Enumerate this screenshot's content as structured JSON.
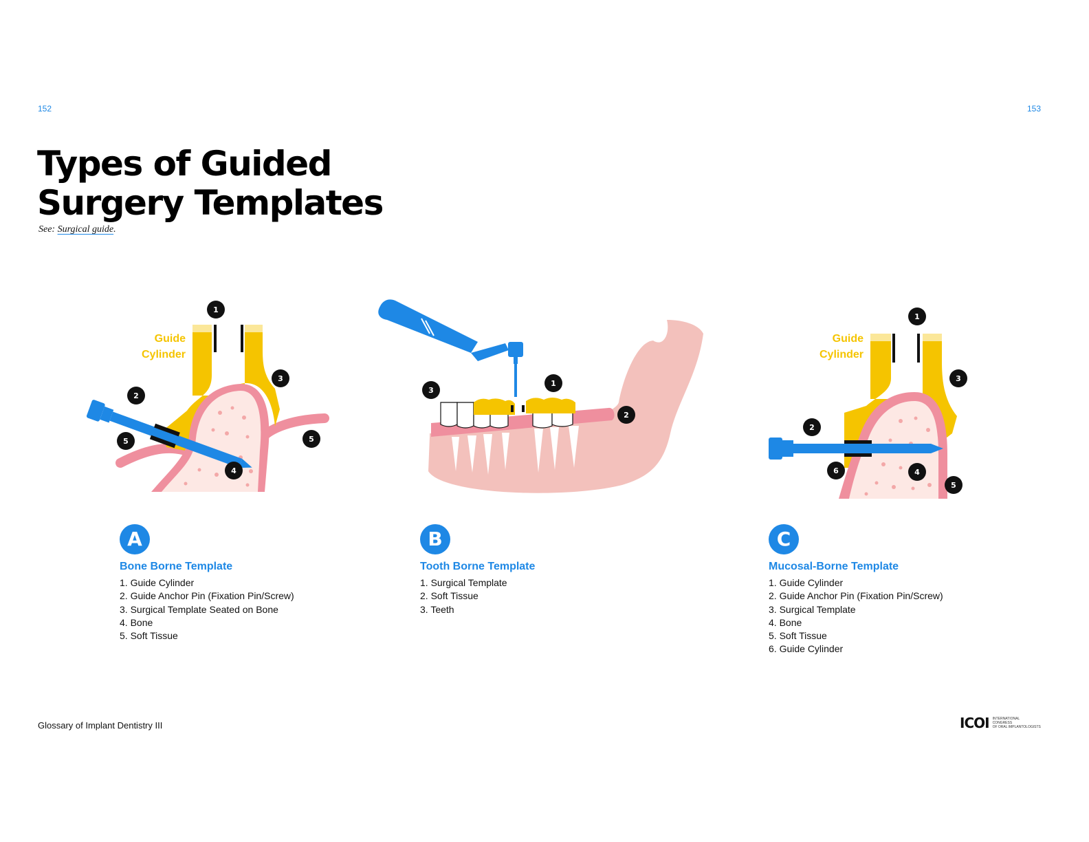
{
  "page_numbers": {
    "left": "152",
    "right": "153"
  },
  "title": {
    "line1": "Types of Guided",
    "line2": "Surgery Templates"
  },
  "see_also": {
    "prefix": "See: ",
    "link": "Surgical guide",
    "suffix": "."
  },
  "figures": {
    "a": {
      "guide_label_1": "Guide",
      "guide_label_2": "Cylinder",
      "markers": [
        "1",
        "2",
        "3",
        "5",
        "5",
        "4"
      ]
    },
    "b": {
      "markers": [
        "1",
        "2",
        "3"
      ]
    },
    "c": {
      "guide_label_1": "Guide",
      "guide_label_2": "Cylinder",
      "markers": [
        "1",
        "2",
        "3",
        "6",
        "4",
        "5"
      ]
    }
  },
  "sections": [
    {
      "letter": "A",
      "title": "Bone Borne Template",
      "items": [
        "1. Guide Cylinder",
        "2. Guide Anchor Pin (Fixation Pin/Screw)",
        "3. Surgical Template Seated on Bone",
        "4. Bone",
        "5. Soft Tissue"
      ]
    },
    {
      "letter": "B",
      "title": "Tooth Borne Template",
      "items": [
        "1. Surgical Template",
        "2. Soft Tissue",
        "3. Teeth"
      ]
    },
    {
      "letter": "C",
      "title": "Mucosal-Borne Template",
      "items": [
        "1. Guide Cylinder",
        "2. Guide Anchor Pin (Fixation Pin/Screw)",
        "3. Surgical Template",
        "4. Bone",
        "5. Soft Tissue",
        "6. Guide Cylinder"
      ]
    }
  ],
  "footer": {
    "text": "Glossary of Implant Dentistry III"
  },
  "logo": {
    "mark": "ICOI",
    "line1": "INTERNATIONAL",
    "line2": "CONGRESS",
    "line3": "OF ORAL IMPLANTOLOGISTS"
  },
  "colors": {
    "blue": "#1e88e5",
    "yellow": "#f5c400",
    "pink": "#ef8f9e",
    "light_pink": "#f3c1bc"
  }
}
